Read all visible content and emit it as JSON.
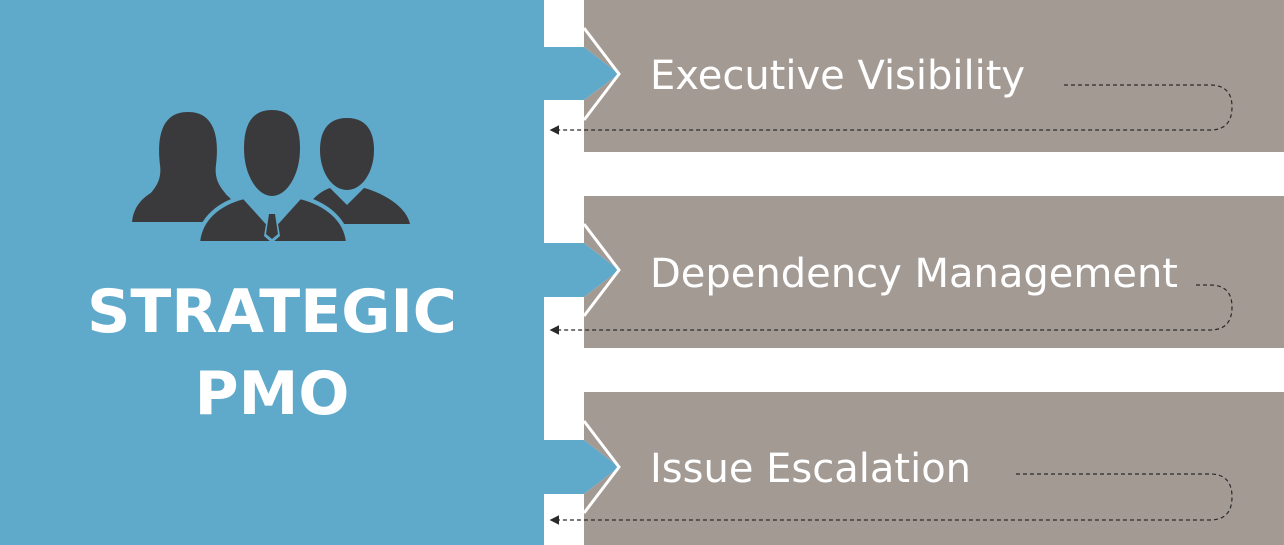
{
  "left_panel": {
    "title_line1": "STRATEGIC",
    "title_line2": "PMO",
    "icon": "people-group-icon"
  },
  "items": [
    {
      "label": "Executive Visibility"
    },
    {
      "label": "Dependency Management"
    },
    {
      "label": "Issue Escalation"
    }
  ],
  "colors": {
    "panel_blue": "#5fa9cb",
    "item_gray": "#a39a94",
    "icon_dark": "#3a3a3c",
    "text_white": "#ffffff",
    "dashed_line": "#2a2a2a"
  }
}
